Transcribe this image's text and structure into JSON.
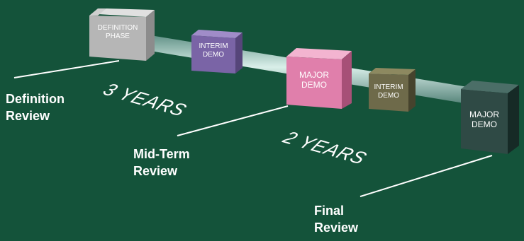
{
  "milestones": [
    {
      "label": "DEFINITION\nPHASE",
      "color": "#b6b6b6"
    },
    {
      "label": "INTERIM\nDEMO",
      "color": "#7a64a6"
    },
    {
      "label": "MAJOR\nDEMO",
      "color": "#e07fab"
    },
    {
      "label": "INTERIM\nDEMO",
      "color": "#6e6a4a"
    },
    {
      "label": "MAJOR\nDEMO",
      "color": "#2f4a45"
    }
  ],
  "durations": [
    "3 YEARS",
    "2 YEARS"
  ],
  "reviews": [
    {
      "line1": "Definition",
      "line2": "Review"
    },
    {
      "line1": "Mid-Term",
      "line2": "Review"
    },
    {
      "line1": "Final",
      "line2": "Review"
    }
  ],
  "colors": {
    "background": "#14533a",
    "tube": "#c5e3dd",
    "text": "#ffffff"
  }
}
